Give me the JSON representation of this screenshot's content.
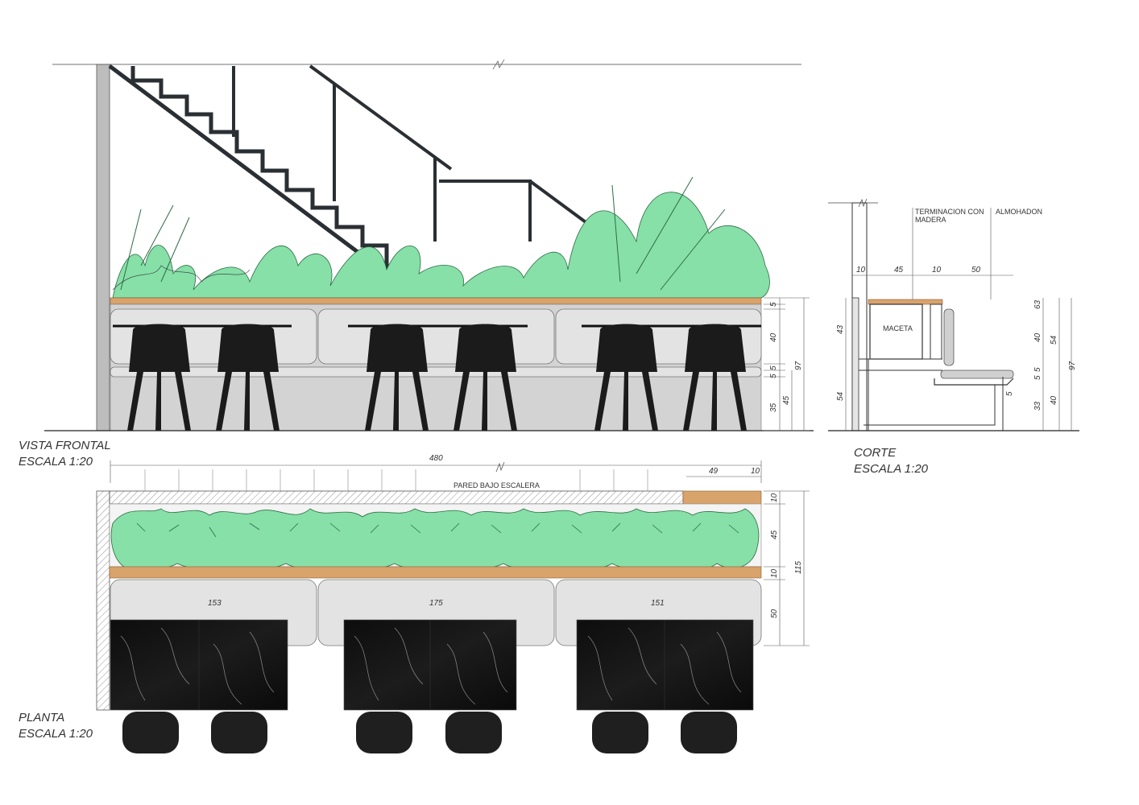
{
  "views": {
    "front": {
      "title": "VISTA FRONTAL",
      "scale": "ESCALA 1:20"
    },
    "section": {
      "title": "CORTE",
      "scale": "ESCALA 1:20"
    },
    "plan": {
      "title": "PLANTA",
      "scale": "ESCALA 1:20"
    }
  },
  "front_dims": {
    "d1": "5",
    "d2": "40",
    "d3": "5",
    "d4": "5",
    "d5": "35",
    "d6": "45",
    "d7": "97"
  },
  "section_labels": {
    "note_finish_line1": "TERMINACION CON",
    "note_finish_line2": "MADERA",
    "note_cushion": "ALMOHADON",
    "pot": "MACETA"
  },
  "section_dims": {
    "top_10a": "10",
    "top_45": "45",
    "top_10b": "10",
    "top_50": "50",
    "left_43": "43",
    "left_54": "54",
    "right_63": "63",
    "right_40a": "40",
    "right_5a": "5",
    "right_5b": "5",
    "right_33": "33",
    "right_54": "54",
    "right_40b": "40",
    "right_97": "97",
    "inner_5": "5"
  },
  "plan_labels": {
    "wall": "PARED BAJO ESCALERA"
  },
  "plan_dims": {
    "total": "480",
    "d49": "49",
    "d10": "10",
    "s1": "153",
    "s2": "175",
    "s3": "151",
    "r10a": "10",
    "r45": "45",
    "r10b": "10",
    "r50": "50",
    "r115": "115"
  },
  "colors": {
    "plant": "#86e0a8",
    "wood": "#d9a36c",
    "concrete": "#d3d3d3",
    "steel": "#2a2f33",
    "marble": "#151515"
  }
}
